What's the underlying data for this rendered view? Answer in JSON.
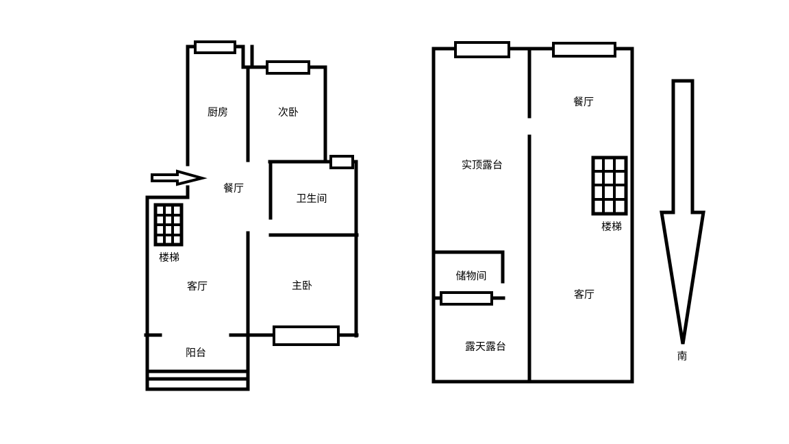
{
  "left_plan": {
    "rooms": {
      "kitchen": "厨房",
      "second_bedroom": "次卧",
      "dining": "餐厅",
      "bathroom": "卫生间",
      "stairs": "楼梯",
      "living": "客厅",
      "master_bedroom": "主卧",
      "balcony": "阳台"
    }
  },
  "right_plan": {
    "rooms": {
      "roofed_terrace": "实顶露台",
      "dining": "餐厅",
      "stairs": "楼梯",
      "storage": "储物间",
      "living": "客厅",
      "open_terrace": "露天露台"
    }
  },
  "compass": {
    "label": "南"
  }
}
